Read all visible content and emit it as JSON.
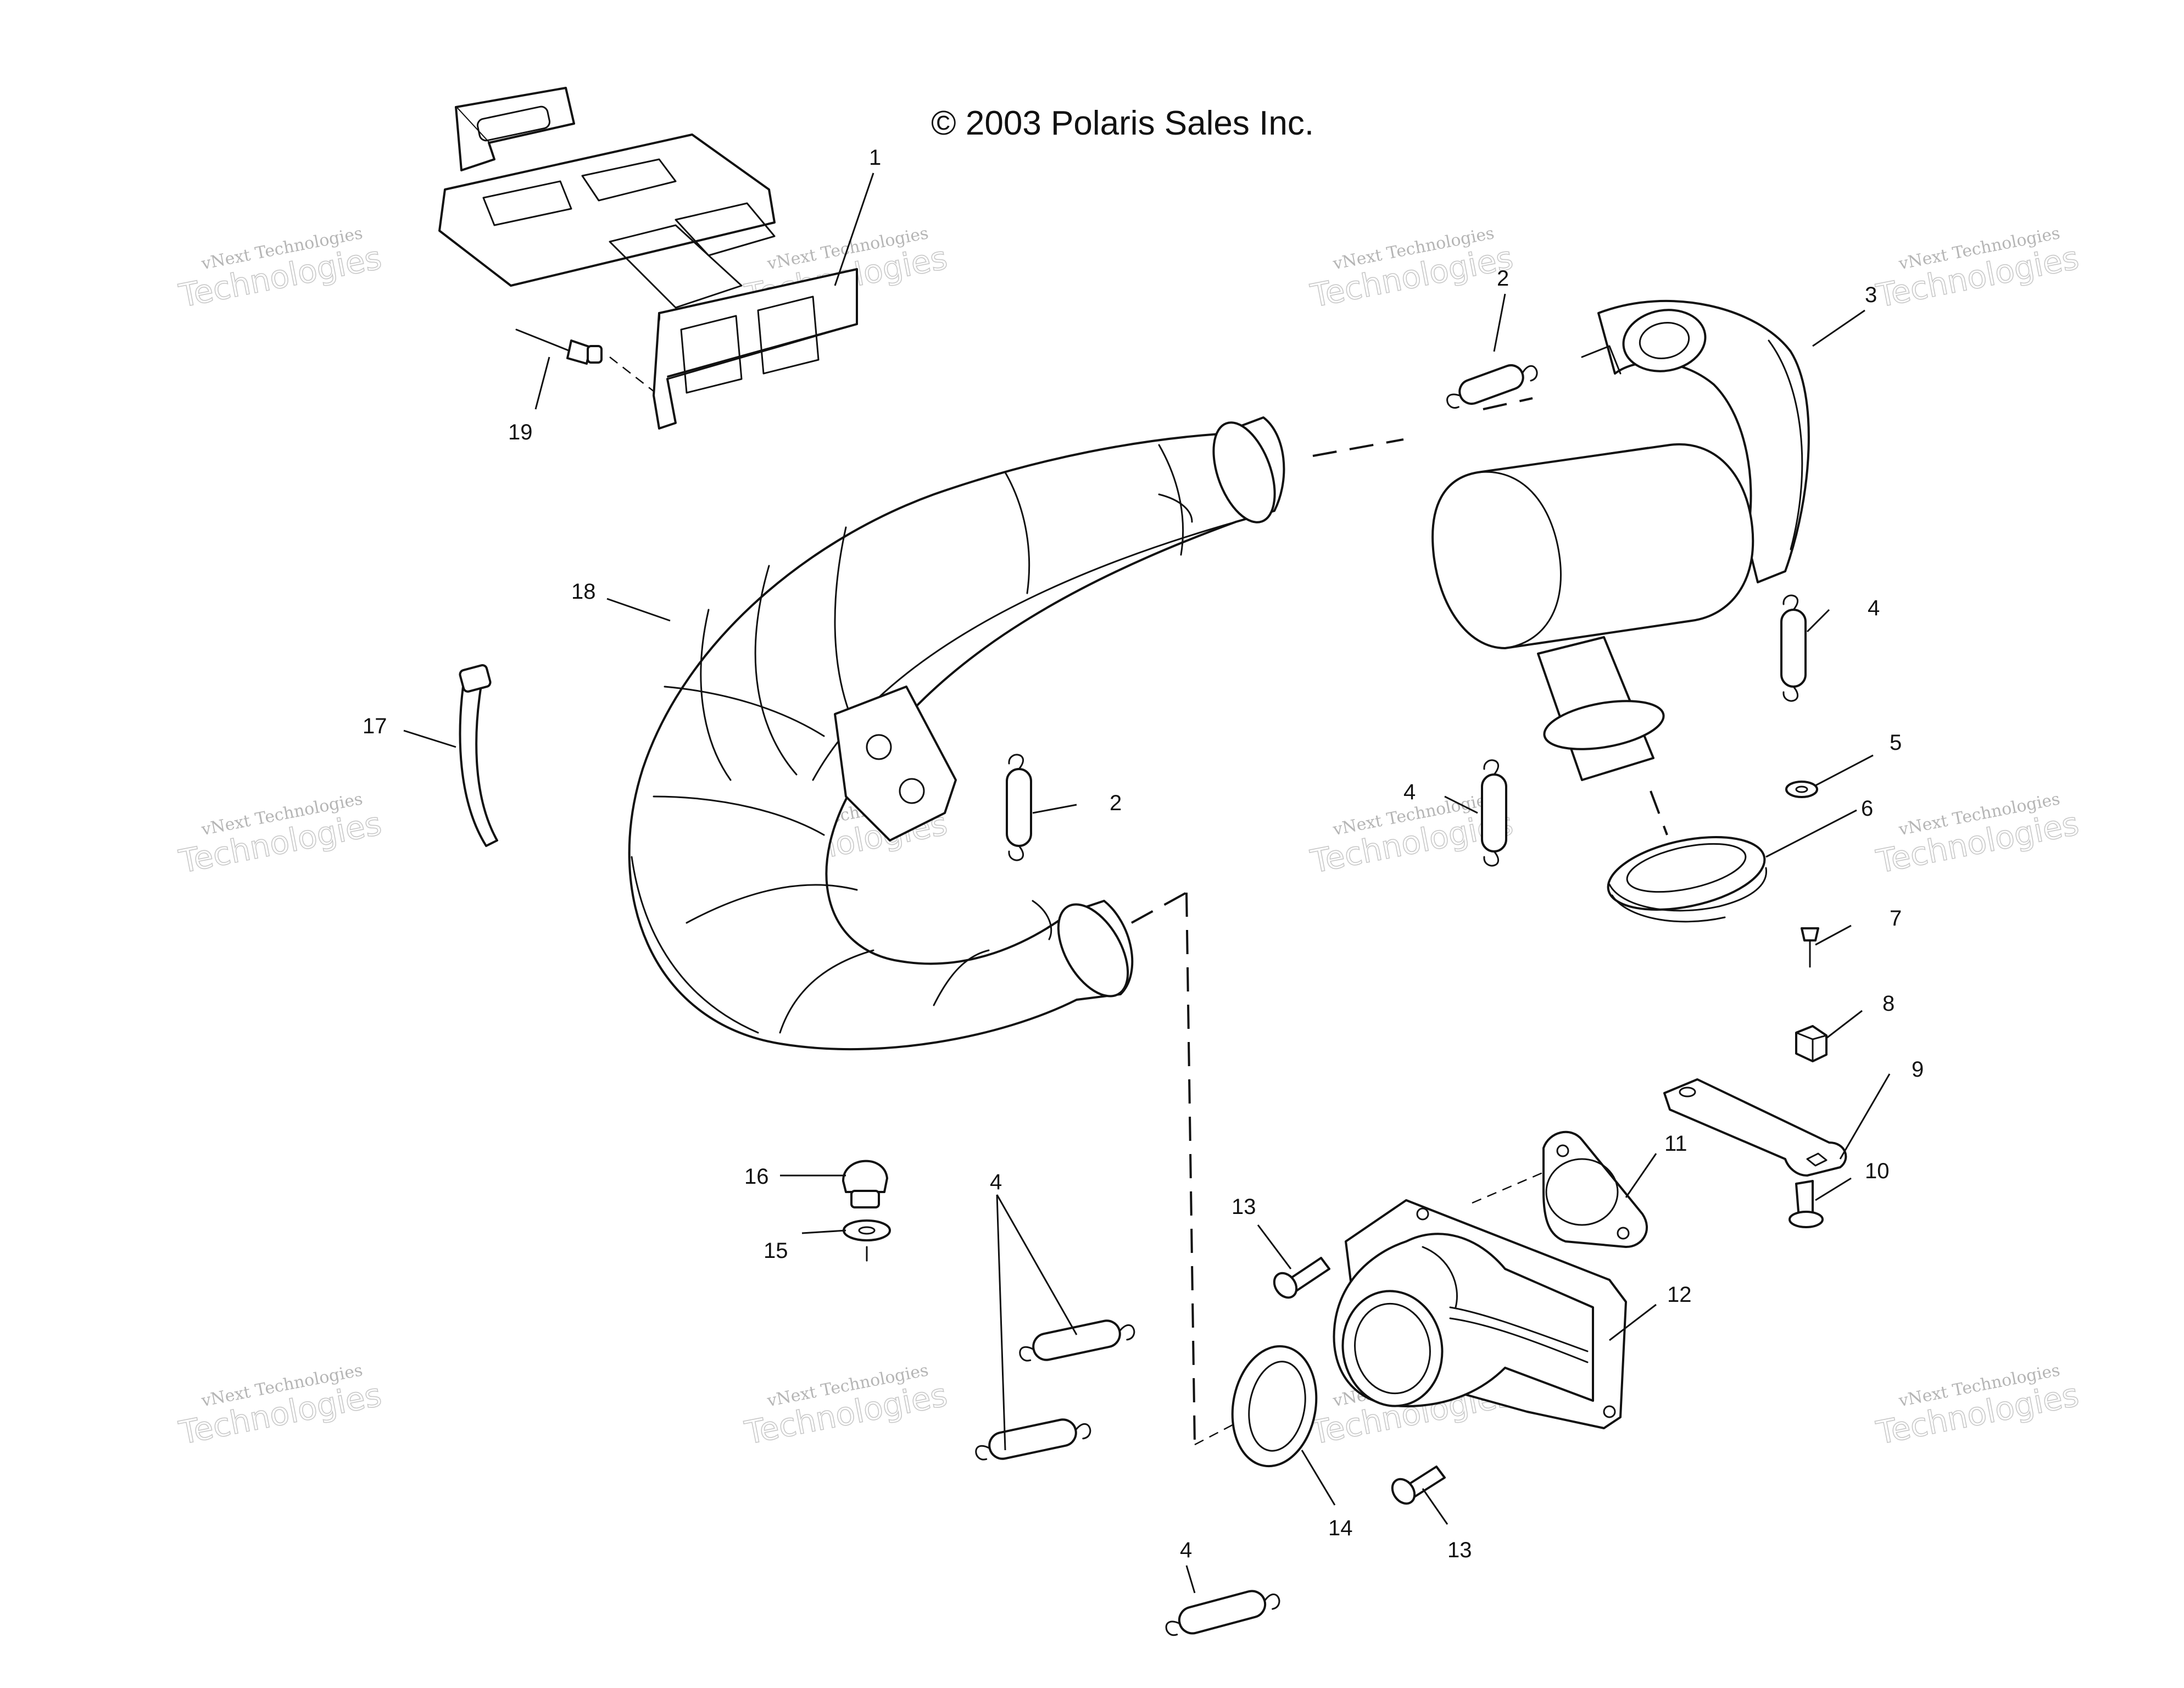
{
  "diagram": {
    "copyright": "© 2003 Polaris Sales Inc.",
    "watermark": {
      "line1": "vNext Technologies",
      "line2": "Technologies"
    },
    "callouts": [
      "1",
      "2",
      "2",
      "3",
      "4",
      "4",
      "4",
      "4",
      "5",
      "6",
      "7",
      "8",
      "9",
      "10",
      "11",
      "12",
      "13",
      "13",
      "14",
      "15",
      "16",
      "17",
      "18",
      "19"
    ]
  }
}
